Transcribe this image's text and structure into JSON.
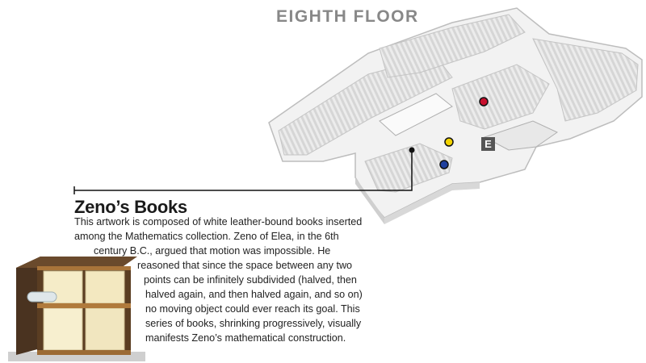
{
  "floor": {
    "title": "EIGHTH FLOOR",
    "entrance_label": "E"
  },
  "markers": [
    {
      "name": "red-marker",
      "color": "#c8102e"
    },
    {
      "name": "black-marker",
      "color": "#111111"
    },
    {
      "name": "yellow-marker",
      "color": "#f2d300"
    },
    {
      "name": "blue-marker",
      "color": "#1f3f9e"
    }
  ],
  "callout": {
    "title": "Zeno’s Books",
    "lines": [
      "This artwork is composed of white leather-bound books inserted",
      "among the Mathematics collection. Zeno of Elea, in the 6th",
      "century B.C., argued that motion was impossible. He",
      "reasoned that since the space between any two",
      "points can be infinitely subdivided (halved, then",
      "halved again, and then halved again, and so on)",
      "no moving object could ever reach its goal. This",
      "series of books, shrinking progressively, visually",
      "manifests Zeno’s mathematical construction."
    ]
  },
  "icons": {
    "artwork_photo": "book-crate-photo"
  }
}
